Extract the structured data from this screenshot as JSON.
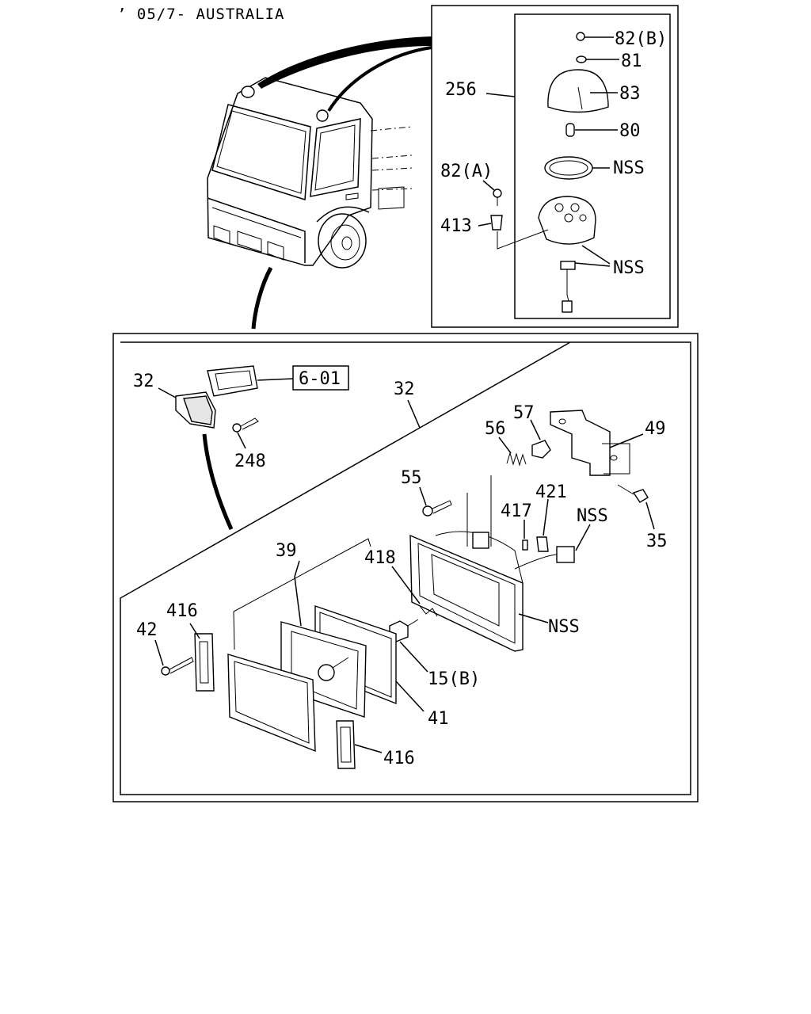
{
  "header": {
    "title": "’ 05/7- AUSTRALIA"
  },
  "labels": {
    "p82b": "82(B)",
    "p81": "81",
    "p256": "256",
    "p83": "83",
    "p80": "80",
    "p82a": "82(A)",
    "nss_ring": "NSS",
    "p413": "413",
    "nss_base": "NSS",
    "p32_small": "32",
    "ref601": "6-01",
    "p248": "248",
    "p32": "32",
    "p57": "57",
    "p56": "56",
    "p49": "49",
    "p55": "55",
    "p421": "421",
    "p417": "417",
    "nss_conn": "NSS",
    "p35": "35",
    "p39": "39",
    "p418": "418",
    "p416_top": "416",
    "p42": "42",
    "nss_housing": "NSS",
    "p15b": "15(B)",
    "p41": "41",
    "p416_bottom": "416"
  }
}
